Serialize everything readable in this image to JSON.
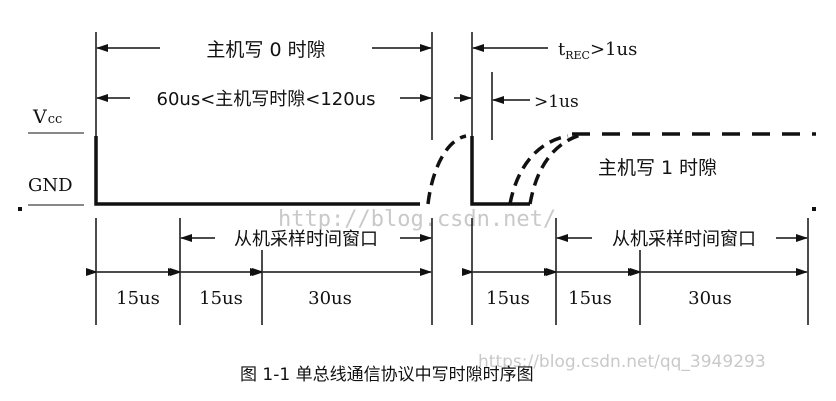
{
  "labels": {
    "write0_slot": "主机写 0 时隙",
    "write0_range": "60us<主机写时隙<120us",
    "trec_main": "t",
    "trec_sub": "REC",
    "trec_rest": ">1us",
    "gt1us": ">1us",
    "vcc_main": "V",
    "vcc_sub": "cc",
    "gnd": "GND",
    "write1_slot": "主机写 1 时隙",
    "sample_window_left": "从机采样时间窗口",
    "sample_window_right": "从机采样时间窗口",
    "left_15a": "15us",
    "left_15b": "15us",
    "left_30": "30us",
    "right_15a": "15us",
    "right_15b": "15us",
    "right_30": "30us",
    "caption": "图 1-1 单总线通信协议中写时隙时序图"
  },
  "watermarks": {
    "center": "http://blog.csdn.net/",
    "corner": "https://blog.csdn.net/qq_3949293"
  },
  "colors": {
    "line": "#111111",
    "watermark": "#c9c9c9"
  }
}
